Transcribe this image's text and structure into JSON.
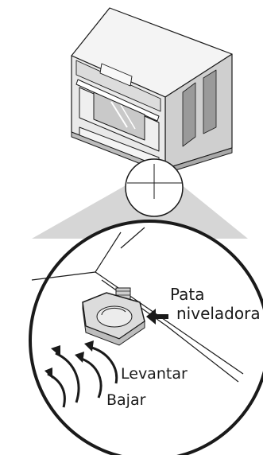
{
  "labels": {
    "pata": "Pata",
    "niveladora": "niveladora",
    "levantar": "Levantar",
    "bajar": "Bajar"
  },
  "colors": {
    "line": "#1a1a1a",
    "panel_light": "#f2f2f2",
    "panel_mid": "#dcdcdc",
    "panel_dark": "#bdbdbd",
    "glass": "#c9c9c9",
    "cone": "#d6d6d6"
  },
  "icons": [
    "oven-illustration",
    "leveling-foot-icon",
    "arrow-right-icon",
    "rotate-arrows-icon"
  ]
}
